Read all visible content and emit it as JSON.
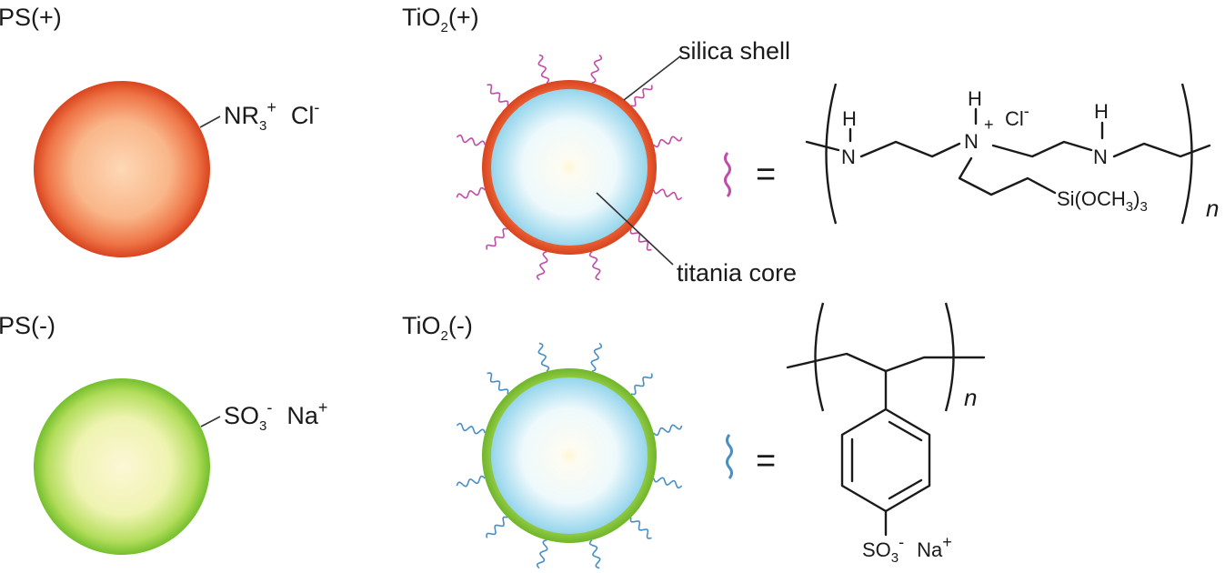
{
  "labels": {
    "ps_pos": "PS(+)",
    "ps_neg": "PS(-)",
    "tio2_pos_prefix": "TiO",
    "tio2_pos_sub": "2",
    "tio2_pos_suffix": "(+)",
    "tio2_neg_prefix": "TiO",
    "tio2_neg_sub": "2",
    "tio2_neg_suffix": "(-)",
    "silica_shell": "silica shell",
    "titania_core": "titania core"
  },
  "ps_pos_group": {
    "base": "NR",
    "sub": "3",
    "charge": "+",
    "counter": "Cl",
    "counter_charge": "-"
  },
  "ps_neg_group": {
    "base": "SO",
    "sub": "3",
    "charge": "-",
    "counter": "Na",
    "counter_charge": "+"
  },
  "polymer_pos": {
    "equals": "=",
    "h": "H",
    "n": "N",
    "plus": "+",
    "cl": "Cl",
    "cl_charge": "-",
    "si_main": "Si(OCH",
    "si_sub1": "3",
    "si_close": ")",
    "si_sub2": "3",
    "repeat": "n"
  },
  "polymer_neg": {
    "equals": "=",
    "so3": "SO",
    "so3_sub": "3",
    "so3_charge": "-",
    "na": "Na",
    "na_charge": "+",
    "repeat": "n"
  },
  "colors": {
    "ps_pos_edge": "#e0502a",
    "ps_pos_center": "#fdd5b0",
    "ps_neg_edge": "#7cc734",
    "ps_neg_center": "#fbf6cf",
    "shell_pos": "#e3552e",
    "shell_neg": "#86c83e",
    "core_edge": "#9fd9ee",
    "core_center": "#fffbe6",
    "tail_pos": "#c24da8",
    "tail_neg": "#4a8fc4"
  }
}
